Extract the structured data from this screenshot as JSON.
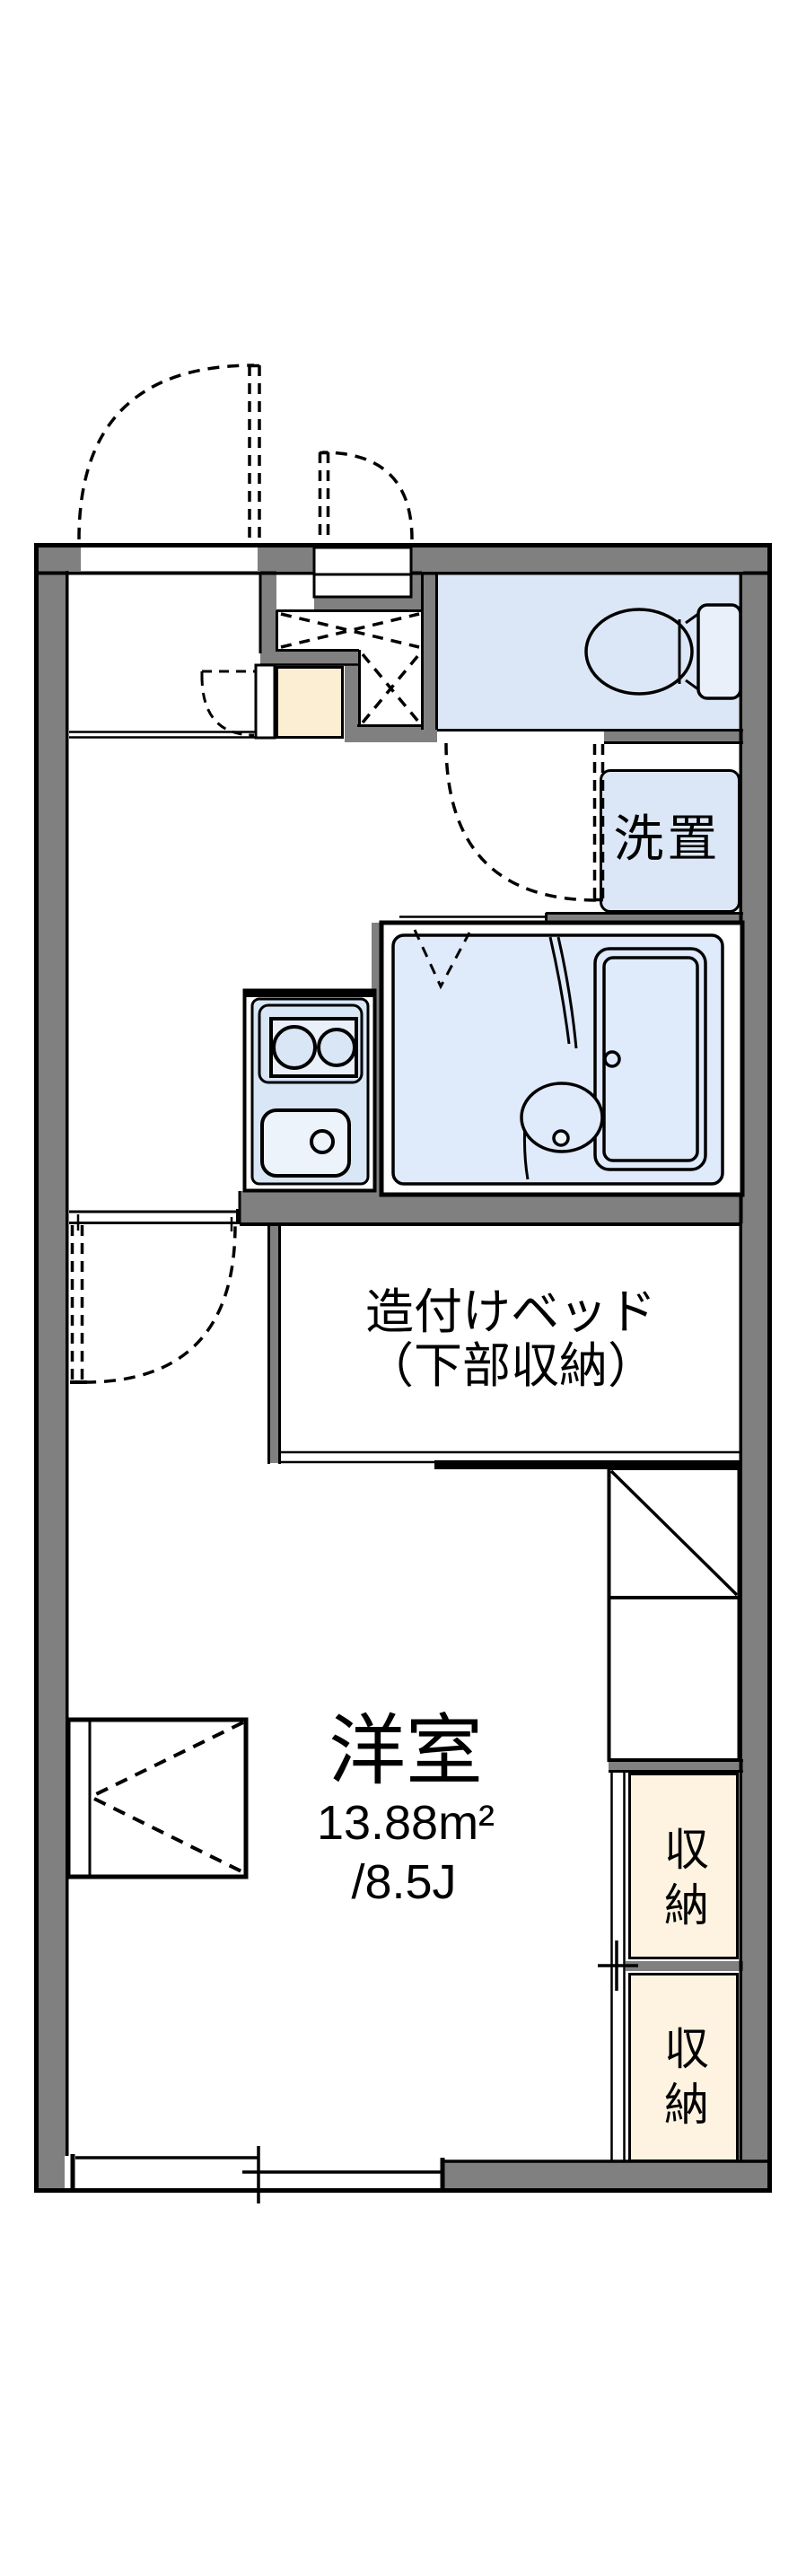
{
  "floorplan": {
    "labels": {
      "laundry": "洗置",
      "bed_line1": "造付けベッド",
      "bed_line2": "（下部収納）",
      "room_name": "洋室",
      "room_area_sqm": "13.88m²",
      "room_area_tatami": "/8.5J",
      "storage_upper": "収納",
      "storage_lower": "収納"
    },
    "colors": {
      "wall_gray": "#808080",
      "water_room_blue": "#dbe7f6",
      "bath_blue": "#dfeafa",
      "step_cream": "#fbeed3",
      "storage_cream": "#fdf3e0",
      "line_black": "#000000"
    }
  }
}
